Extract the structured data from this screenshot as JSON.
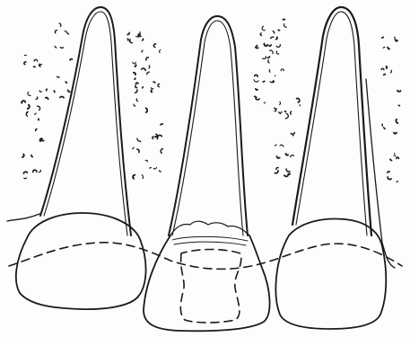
{
  "figure": {
    "background": "#fdfdfb",
    "ink": "#1a1a1a",
    "teeth": [
      {
        "name": "left-tooth",
        "has_filling": false
      },
      {
        "name": "middle-tooth",
        "has_filling": true
      },
      {
        "name": "right-tooth",
        "has_filling": false
      }
    ],
    "bone_stipple": true
  }
}
